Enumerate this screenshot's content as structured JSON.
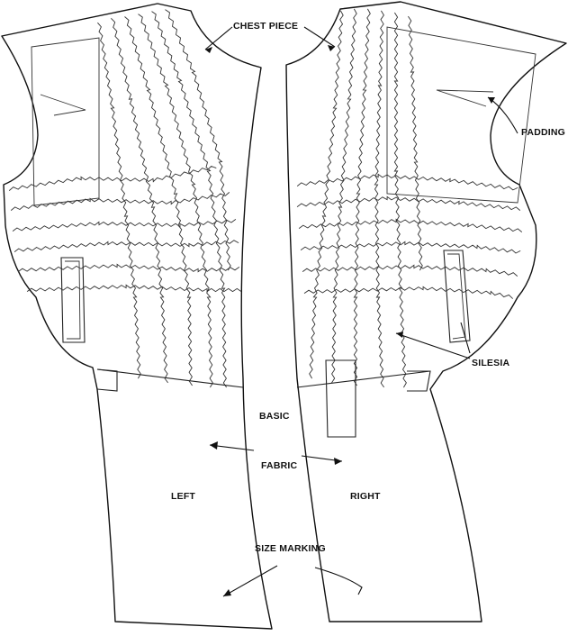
{
  "labels": {
    "chest_piece": "CHEST PIECE",
    "padding": "PADDING",
    "silesia": "SILESIA",
    "basic": "BASIC",
    "fabric": "FABRIC",
    "left": "LEFT",
    "right": "RIGHT",
    "size_marking": "SIZE MARKING"
  },
  "colors": {
    "ink": "#111111",
    "paper": "#ffffff"
  }
}
